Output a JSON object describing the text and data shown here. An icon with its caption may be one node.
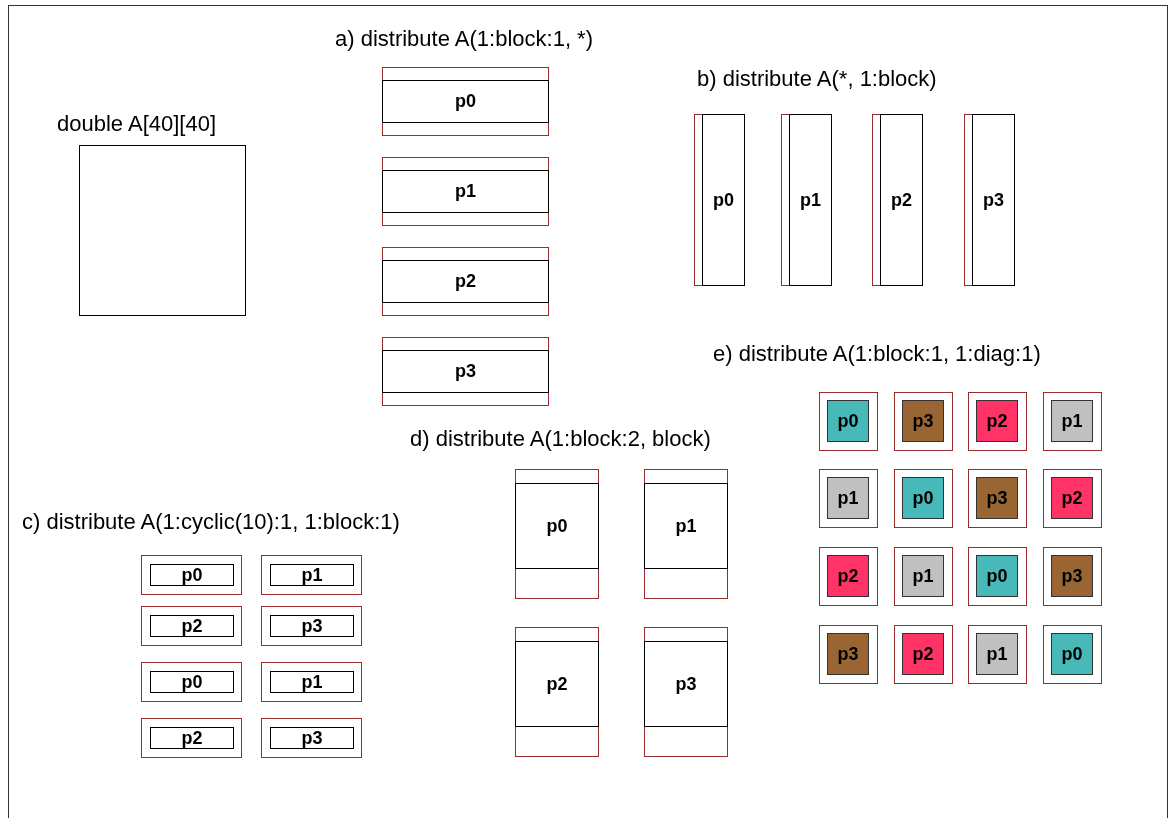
{
  "diagram": {
    "nodes": [
      {
        "text": [
          "double A[40][40]"
        ]
      },
      {
        "text": [],
        "shape": "box"
      },
      {
        "text": [
          "p0"
        ],
        "in": 1
      },
      {
        "text": [],
        "shape": "box"
      },
      {
        "text": [
          "p1"
        ],
        "in": 3
      },
      {
        "text": [],
        "shape": "box"
      },
      {
        "text": [
          "p2"
        ],
        "in": 5
      },
      {
        "text": [],
        "shape": "box"
      },
      {
        "text": [
          "p3"
        ],
        "in": 7
      },
      {
        "text": [],
        "shape": "box"
      },
      {
        "text": [
          "p0"
        ],
        "in": 9
      },
      {
        "text": [],
        "shape": "box"
      },
      {
        "text": [
          "p1"
        ],
        "in": 11
      },
      {
        "text": [],
        "shape": "box"
      },
      {
        "text": [
          "p2"
        ],
        "in": 13
      },
      {
        "text": [],
        "shape": "box"
      },
      {
        "text": [
          "p3"
        ],
        "in": 15
      },
      {
        "text": [],
        "shape": "box"
      },
      {
        "text": [
          "p0"
        ],
        "in": 17
      },
      {
        "text": [],
        "shape": "box"
      },
      {
        "text": [
          "p3"
        ],
        "in": 19
      },
      {
        "text": [],
        "shape": "box"
      },
      {
        "text": [
          "p2"
        ],
        "in": 21
      },
      {
        "text": [],
        "shape": "box"
      },
      {
        "text": [
          "p1"
        ],
        "in": 23
      },
      {
        "text": [],
        "shape": "box"
      },
      {
        "text": [
          "p1"
        ],
        "in": 25
      },
      {
        "text": [],
        "shape": "box"
      },
      {
        "text": [
          "p0"
        ],
        "in": 27
      },
      {
        "text": [],
        "shape": "box"
      },
      {
        "text": [
          "p3"
        ],
        "in": 29
      },
      {
        "text": [],
        "shape": "box"
      },
      {
        "text": [
          "p2"
        ],
        "in": 31
      },
      {
        "text": [],
        "shape": "box"
      },
      {
        "text": [
          "p2"
        ],
        "in": 33
      },
      {
        "text": [],
        "shape": "box"
      },
      {
        "text": [
          "p1"
        ],
        "in": 35
      },
      {
        "text": [],
        "shape": "box"
      },
      {
        "text": [
          "p0"
        ],
        "in": 37
      },
      {
        "text": [],
        "shape": "box"
      },
      {
        "text": [
          "p3"
        ],
        "in": 39
      },
      {
        "text": [],
        "shape": "box"
      },
      {
        "text": [
          "p3"
        ],
        "in": 41
      },
      {
        "text": [],
        "shape": "box"
      },
      {
        "text": [
          "p2"
        ],
        "in": 43
      },
      {
        "text": [],
        "shape": "box"
      },
      {
        "text": [
          "p1"
        ],
        "in": 45
      },
      {
        "text": [],
        "shape": "box"
      },
      {
        "text": [
          "p0"
        ],
        "in": 47
      },
      {
        "text": [],
        "shape": "box"
      },
      {
        "text": [
          "p0"
        ],
        "in": 49
      },
      {
        "text": [],
        "shape": "box"
      },
      {
        "text": [
          "p1"
        ],
        "in": 51
      },
      {
        "text": [],
        "shape": "box"
      },
      {
        "text": [
          "p2"
        ],
        "in": 53
      },
      {
        "text": [],
        "shape": "box"
      },
      {
        "text": [
          "p3"
        ],
        "in": 55
      },
      {
        "text": [],
        "shape": "box"
      },
      {
        "text": [
          "p0"
        ],
        "in": 57
      },
      {
        "text": [],
        "shape": "box"
      },
      {
        "text": [
          "p1"
        ],
        "in": 59
      },
      {
        "text": [],
        "shape": "box"
      },
      {
        "text": [
          "p2"
        ],
        "in": 61
      },
      {
        "text": [],
        "shape": "box"
      },
      {
        "text": [
          "p3"
        ],
        "in": 63
      },
      {
        "text": [],
        "shape": "box"
      },
      {
        "text": [
          "p0"
        ],
        "in": 65
      },
      {
        "text": [],
        "shape": "box"
      },
      {
        "text": [
          "p1"
        ],
        "in": 67
      },
      {
        "text": [],
        "shape": "box"
      },
      {
        "text": [
          "p2"
        ],
        "in": 69
      },
      {
        "text": [],
        "shape": "box"
      },
      {
        "text": [
          "p3"
        ],
        "in": 71
      }
    ],
    "labels": [
      "a) distribute A(1:block:1, *)",
      "b) distribute A(*, 1:block)",
      "e) distribute A(1:block:1, 1:diag:1)",
      "d) distribute A(1:block:2, block)",
      "c) distribute A(1:cyclic(10):1, 1:block:1)"
    ]
  }
}
